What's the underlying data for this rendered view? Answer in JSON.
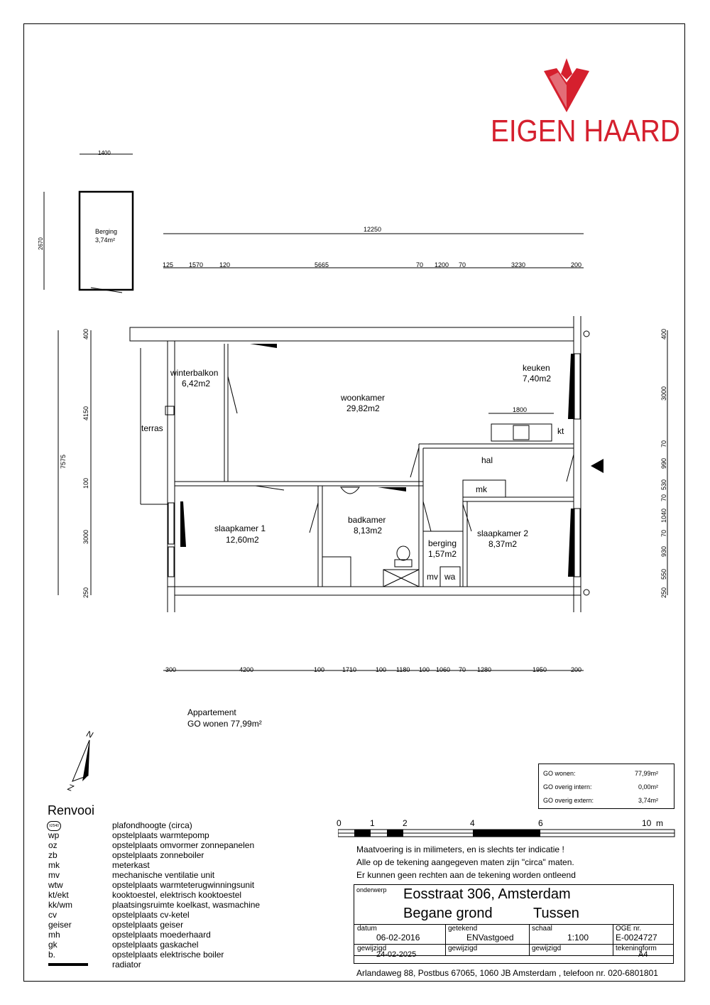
{
  "brand": {
    "name": "EIGEN HAARD",
    "color": "#d5202e"
  },
  "storage": {
    "label": "Berging",
    "area": "3,74m²",
    "dim_width": "1400",
    "dim_height": "2670"
  },
  "dims_top": {
    "total": "12250",
    "segments": [
      "125",
      "1570",
      "120",
      "5665",
      "70",
      "1200",
      "70",
      "3230",
      "200"
    ]
  },
  "dims_bottom": {
    "segments": [
      "300",
      "4200",
      "100",
      "1710",
      "100",
      "1180",
      "100",
      "1060",
      "70",
      "1280",
      "1950",
      "200"
    ]
  },
  "dims_left": {
    "total": "7575",
    "segments": [
      "400",
      "4150",
      "100",
      "3000",
      "250"
    ]
  },
  "dims_right": {
    "segments": [
      "400",
      "3000",
      "70",
      "990",
      "530",
      "70",
      "1040",
      "70",
      "930",
      "550",
      "250"
    ]
  },
  "rooms": {
    "winterbalkon": {
      "name": "winterbalkon",
      "area": "6,42m2"
    },
    "woonkamer": {
      "name": "woonkamer",
      "area": "29,82m2"
    },
    "keuken": {
      "name": "keuken",
      "area": "7,40m2"
    },
    "terras": {
      "name": "terras"
    },
    "hal": {
      "name": "hal"
    },
    "slaapkamer1": {
      "name": "slaapkamer 1",
      "area": "12,60m2"
    },
    "badkamer": {
      "name": "badkamer",
      "area": "8,13m2"
    },
    "berging": {
      "name": "berging",
      "area": "1,57m2"
    },
    "slaapkamer2": {
      "name": "slaapkamer 2",
      "area": "8,37m2"
    }
  },
  "fixtures": {
    "kt": "kt",
    "mk": "mk",
    "mv": "mv",
    "wa": "wa",
    "counter": "1800"
  },
  "summary": {
    "line1": "Appartement",
    "line2": "GO wonen 77,99m²"
  },
  "compass": {
    "n": "N",
    "z": "Z"
  },
  "go_table": [
    {
      "label": "GO wonen:",
      "value": "77,99m²"
    },
    {
      "label": "GO overig intern:",
      "value": "0,00m²"
    },
    {
      "label": "GO overig extern:",
      "value": "3,74m²"
    }
  ],
  "scale_bar": {
    "labels": [
      "0",
      "1",
      "2",
      "4",
      "6",
      "10  m"
    ]
  },
  "legend": {
    "title": "Renvooi",
    "ceiling_badge": "±2540",
    "items": [
      {
        "key": "",
        "value": "plafondhoogte (circa)"
      },
      {
        "key": "wp",
        "value": "opstelplaats warmtepomp"
      },
      {
        "key": "oz",
        "value": "opstelplaats omvormer zonnepanelen"
      },
      {
        "key": "zb",
        "value": "opstelplaats zonneboiler"
      },
      {
        "key": "mk",
        "value": "meterkast"
      },
      {
        "key": "mv",
        "value": "mechanische ventilatie unit"
      },
      {
        "key": "wtw",
        "value": "opstelplaats warmteterugwinningsunit"
      },
      {
        "key": "kt/ekt",
        "value": "kooktoestel, elektrisch kooktoestel"
      },
      {
        "key": "kk/wm",
        "value": "plaatsingsruimte koelkast, wasmachine"
      },
      {
        "key": "cv",
        "value": "opstelplaats cv-ketel"
      },
      {
        "key": "geiser",
        "value": "opstelplaats geiser"
      },
      {
        "key": "mh",
        "value": "opstelplaats moederhaard"
      },
      {
        "key": "gk",
        "value": "opstelplaats gaskachel"
      },
      {
        "key": "b.",
        "value": "opstelplaats elektrische boiler"
      },
      {
        "key": "",
        "value": "radiator"
      }
    ]
  },
  "disclaimer": [
    "Maatvoering is in milimeters, en is slechts ter indicatie !",
    "Alle op de tekening aangegeven maten zijn \"circa\" maten.",
    "Er kunnen geen rechten aan de tekening worden ontleend"
  ],
  "title_block": {
    "onderwerp_label": "onderwerp",
    "address": "Eosstraat 306, Amsterdam",
    "floor": "Begane grond",
    "variant": "Tussen",
    "datum_label": "datum",
    "datum": "06-02-2016",
    "getekend_label": "getekend",
    "getekend": "ENVastgoed",
    "schaal_label": "schaal",
    "schaal": "1:100",
    "oge_label": "OGE nr.",
    "oge": "E-0024727",
    "gewijzigd_label": "gewijzigd",
    "gewijzigd": "24-02-2025",
    "gewijzigd2_label": "gewijzigd",
    "gewijzigd3_label": "gewijzigd",
    "tekeningform_label": "tekeningform",
    "tekeningform": "A4",
    "footer": "Arlandaweg 88, Postbus 67065, 1060 JB Amsterdam , telefoon nr. 020-6801801"
  }
}
